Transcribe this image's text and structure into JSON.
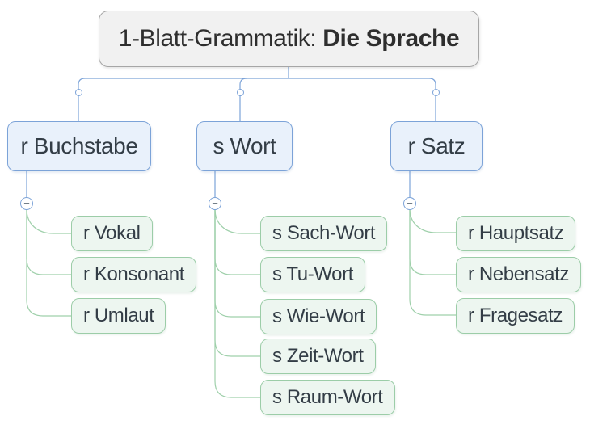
{
  "root": {
    "title_prefix": "1-Blatt-Grammatik: ",
    "title_bold": "Die Sprache"
  },
  "branches": [
    {
      "label": "r Buchstabe",
      "children": [
        "r Vokal",
        "r Konsonant",
        "r Umlaut"
      ]
    },
    {
      "label": "s Wort",
      "children": [
        "s Sach-Wort",
        "s Tu-Wort",
        "s Wie-Wort",
        "s Zeit-Wort",
        "s Raum-Wort"
      ]
    },
    {
      "label": "r Satz",
      "children": [
        "r Hauptsatz",
        "r Nebensatz",
        "r Fragesatz"
      ]
    }
  ],
  "icons": {
    "collapse_symbol": "−",
    "collapse_meaning": "minus-collapse-icon",
    "knob_meaning": "connector-attachment-dot"
  },
  "colors": {
    "root_fill": "#f1f1f1",
    "root_border": "#a6a6a6",
    "branch_fill": "#e9f1fb",
    "branch_accent": "#7ca3d8",
    "leaf_fill": "#edf6f0",
    "leaf_accent": "#9ccda8",
    "connector_blue": "#7ca3d8",
    "connector_green": "#9fd0ab",
    "text": "#333d46"
  }
}
